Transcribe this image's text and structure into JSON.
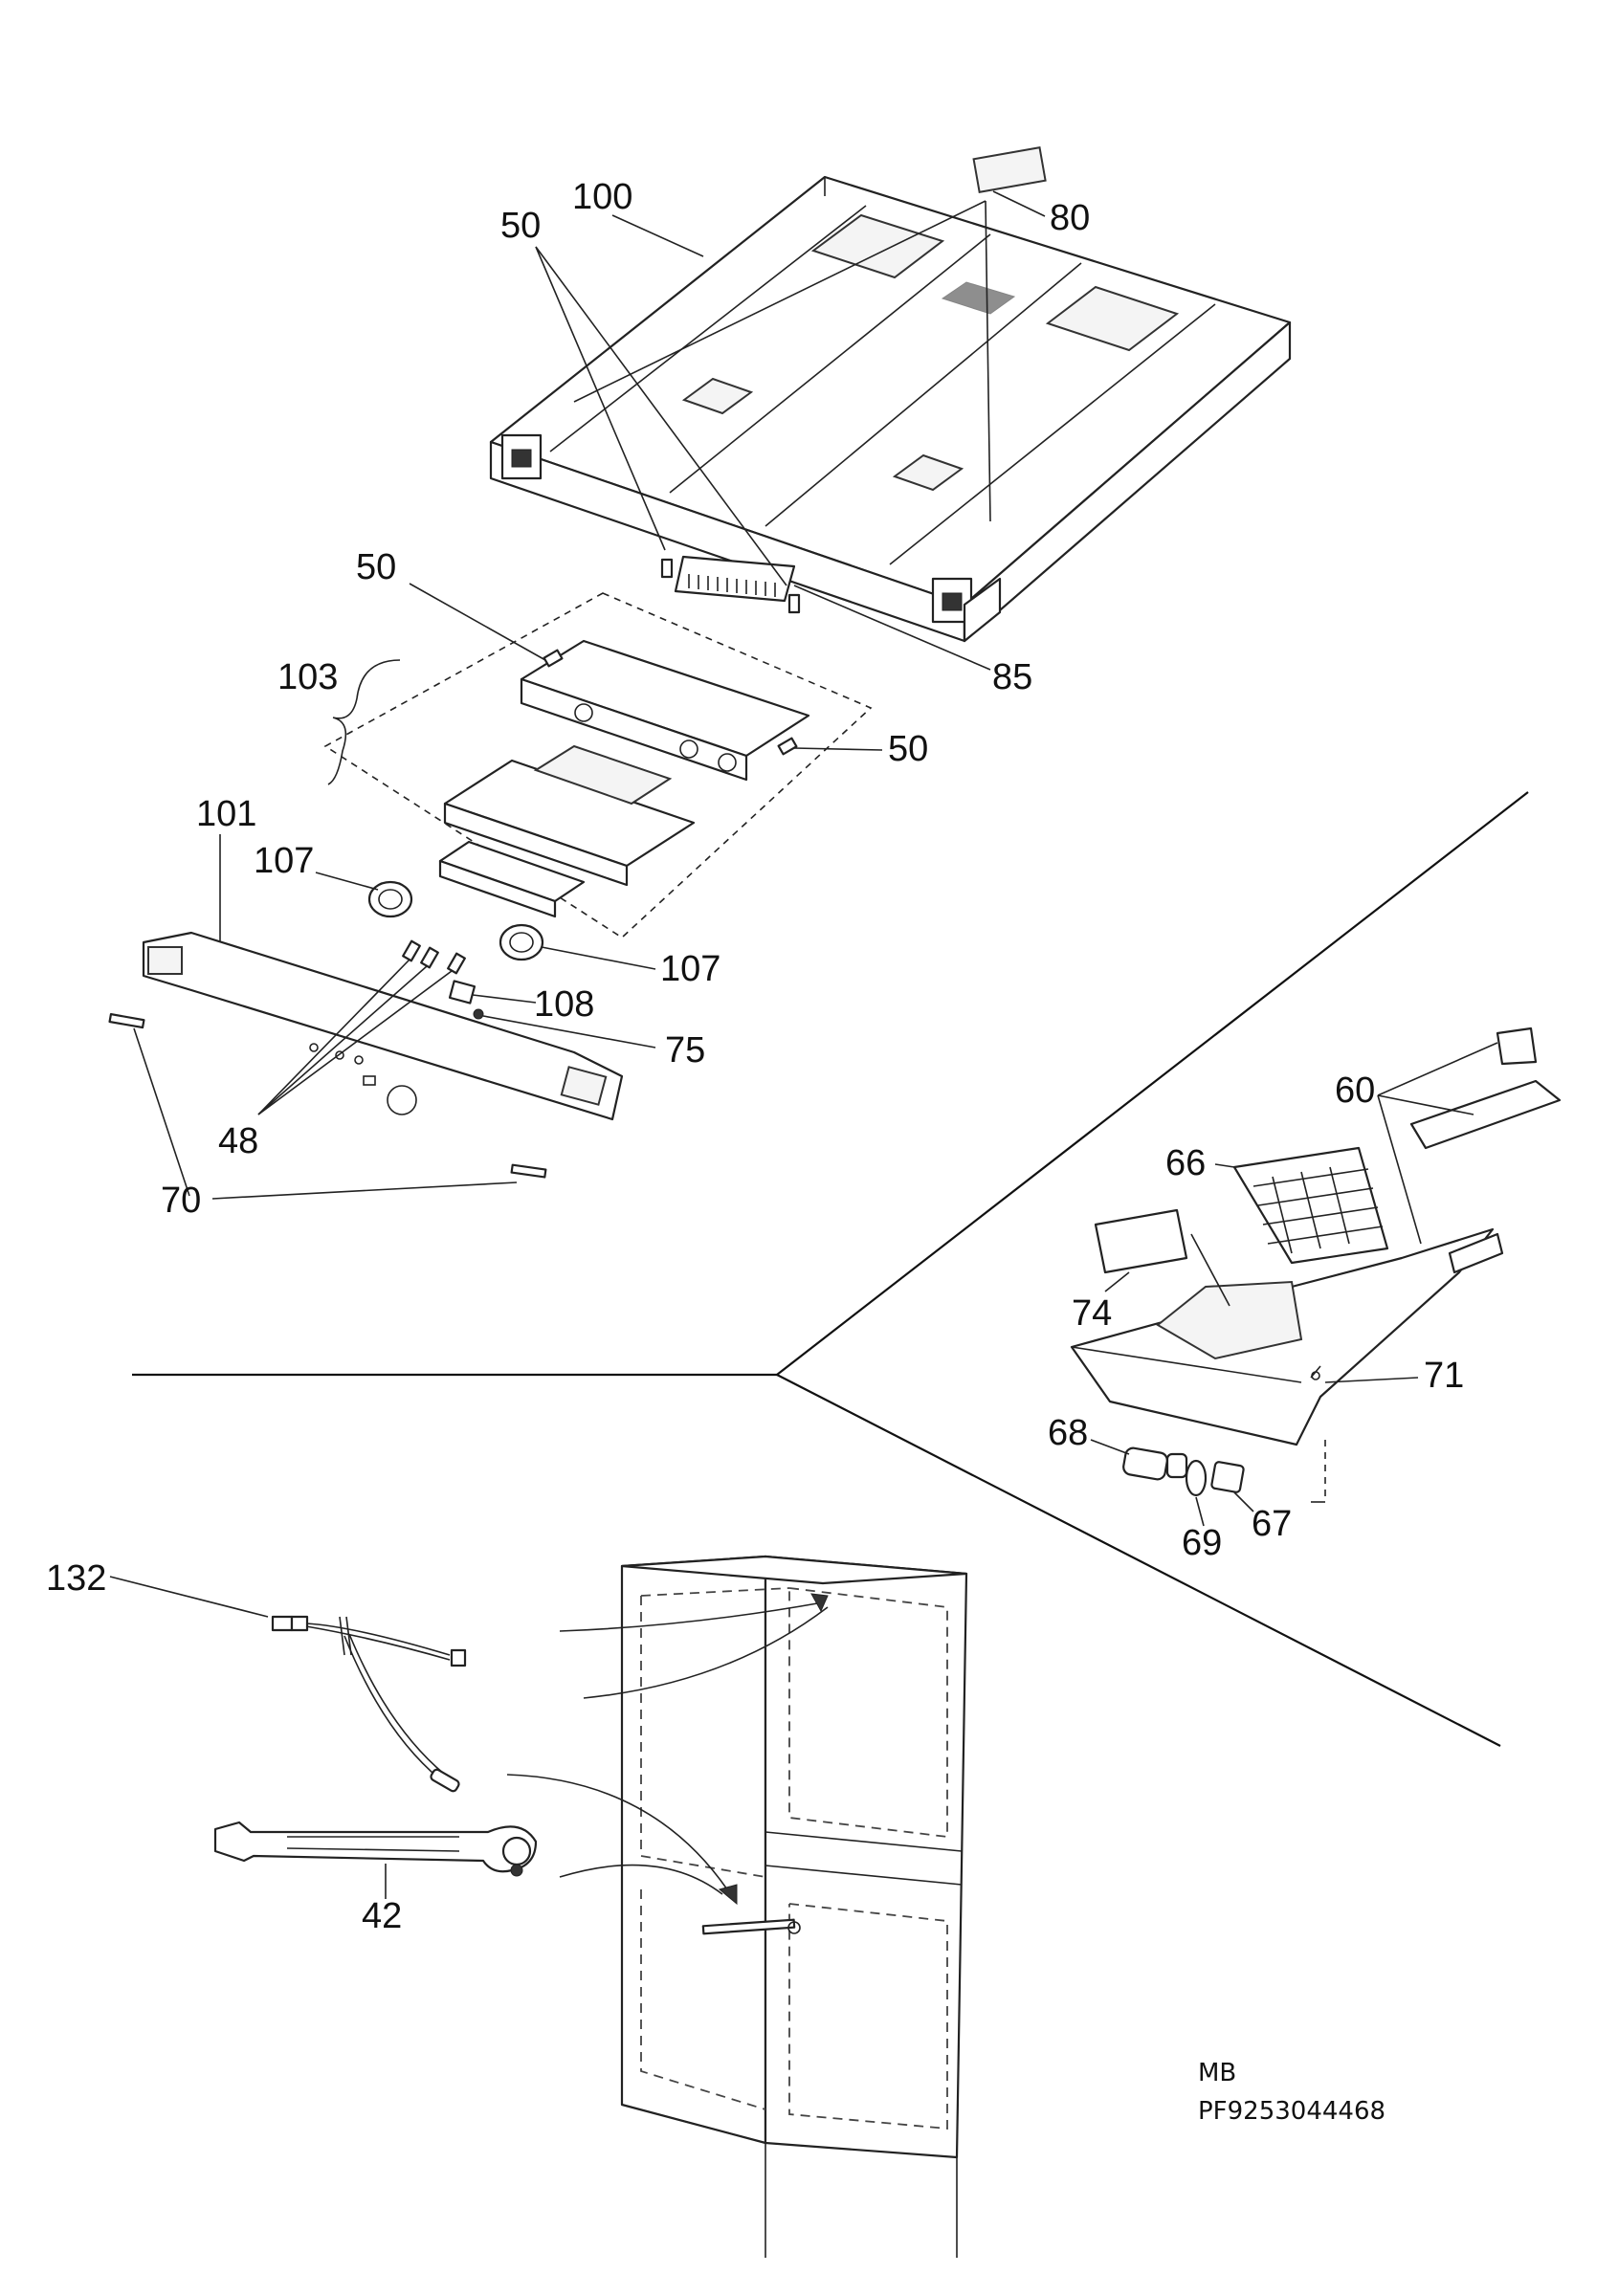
{
  "callouts": {
    "c100": "100",
    "c80": "80",
    "c50a": "50",
    "c85": "85",
    "c50b": "50",
    "c50c": "50",
    "c103": "103",
    "c101": "101",
    "c107a": "107",
    "c107b": "107",
    "c108": "108",
    "c75": "75",
    "c48": "48",
    "c70": "70",
    "c60": "60",
    "c66": "66",
    "c74": "74",
    "c71": "71",
    "c68": "68",
    "c67": "67",
    "c69": "69",
    "c132": "132",
    "c42": "42"
  },
  "footer": {
    "model": "MB",
    "part_number": "PF9253044468"
  }
}
